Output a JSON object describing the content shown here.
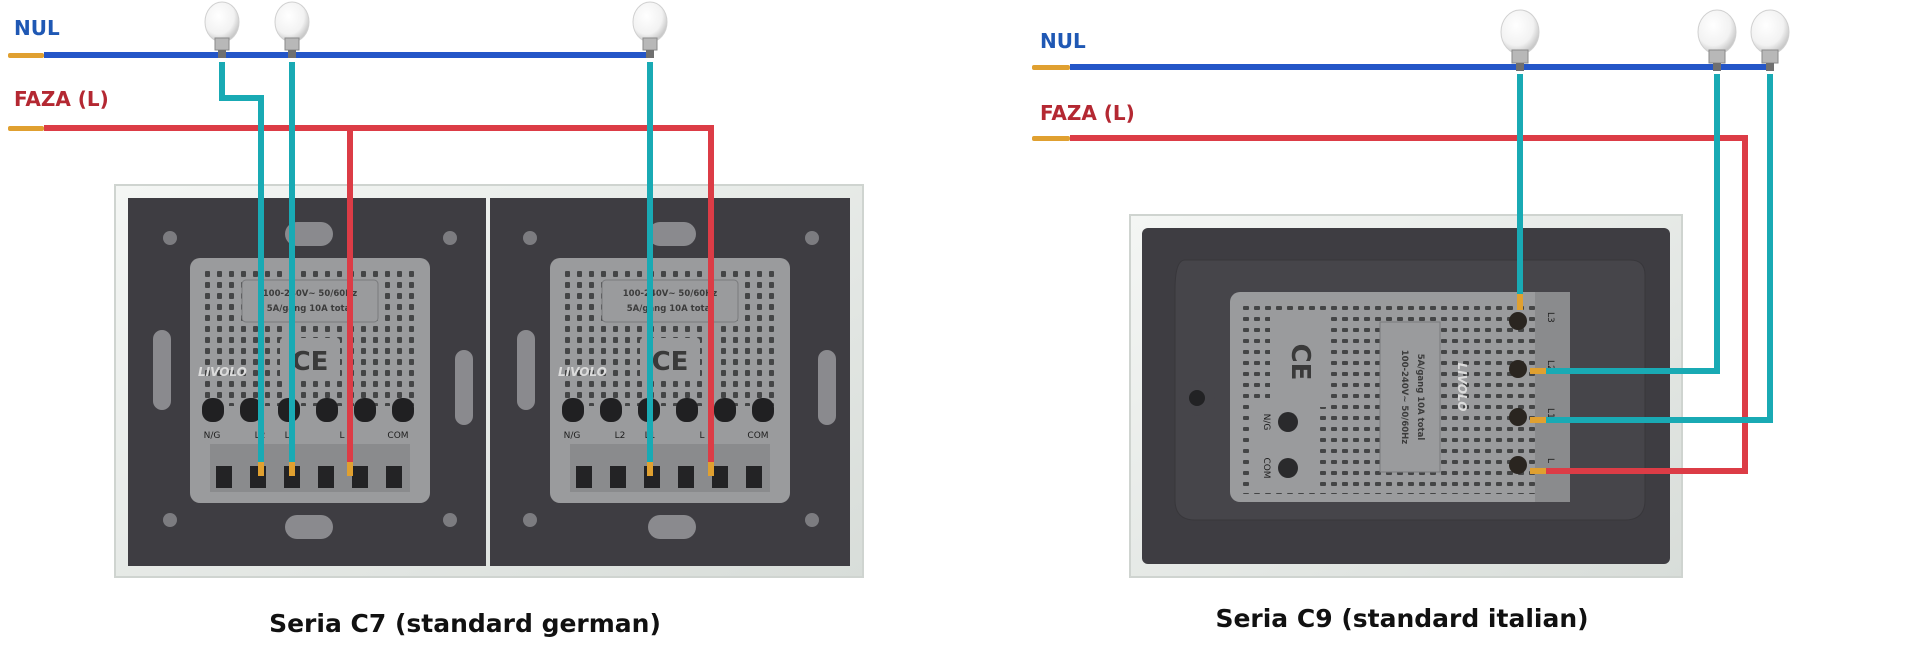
{
  "left_diagram": {
    "neutral_label": "NUL",
    "phase_label": "FAZA (L)",
    "caption": "Seria C7 (standard german)",
    "modules": [
      {
        "rating_line1": "100-240V~ 50/60Hz",
        "rating_line2": "5A/gang 10A total",
        "brand": "LIVOLO",
        "terminals": [
          "N/G",
          "L2",
          "L1",
          "L",
          "COM"
        ]
      },
      {
        "rating_line1": "100-240V~ 50/60Hz",
        "rating_line2": "5A/gang 10A total",
        "brand": "LIVOLO",
        "terminals": [
          "N/G",
          "L2",
          "L1",
          "L",
          "COM"
        ]
      }
    ]
  },
  "right_diagram": {
    "neutral_label": "NUL",
    "phase_label": "FAZA (L)",
    "caption": "Seria C9 (standard italian)",
    "module": {
      "rating_line1": "100-240V~ 50/60Hz",
      "rating_line2": "5A/gang 10A total",
      "brand": "LIVOLO",
      "terminals": [
        "L3",
        "L2",
        "L1",
        "L"
      ],
      "side_labels": [
        "N/G",
        "COM"
      ]
    }
  },
  "colors": {
    "neutral_wire": "#2456c8",
    "phase_wire": "#dc3c46",
    "load_wire": "#19aab4",
    "neutral_label": "#1f58b4",
    "phase_label": "#b42832",
    "panel_dark": "#3e3d42",
    "module_gray": "#9a9b9d",
    "terminal_copper": "#e0a030"
  }
}
